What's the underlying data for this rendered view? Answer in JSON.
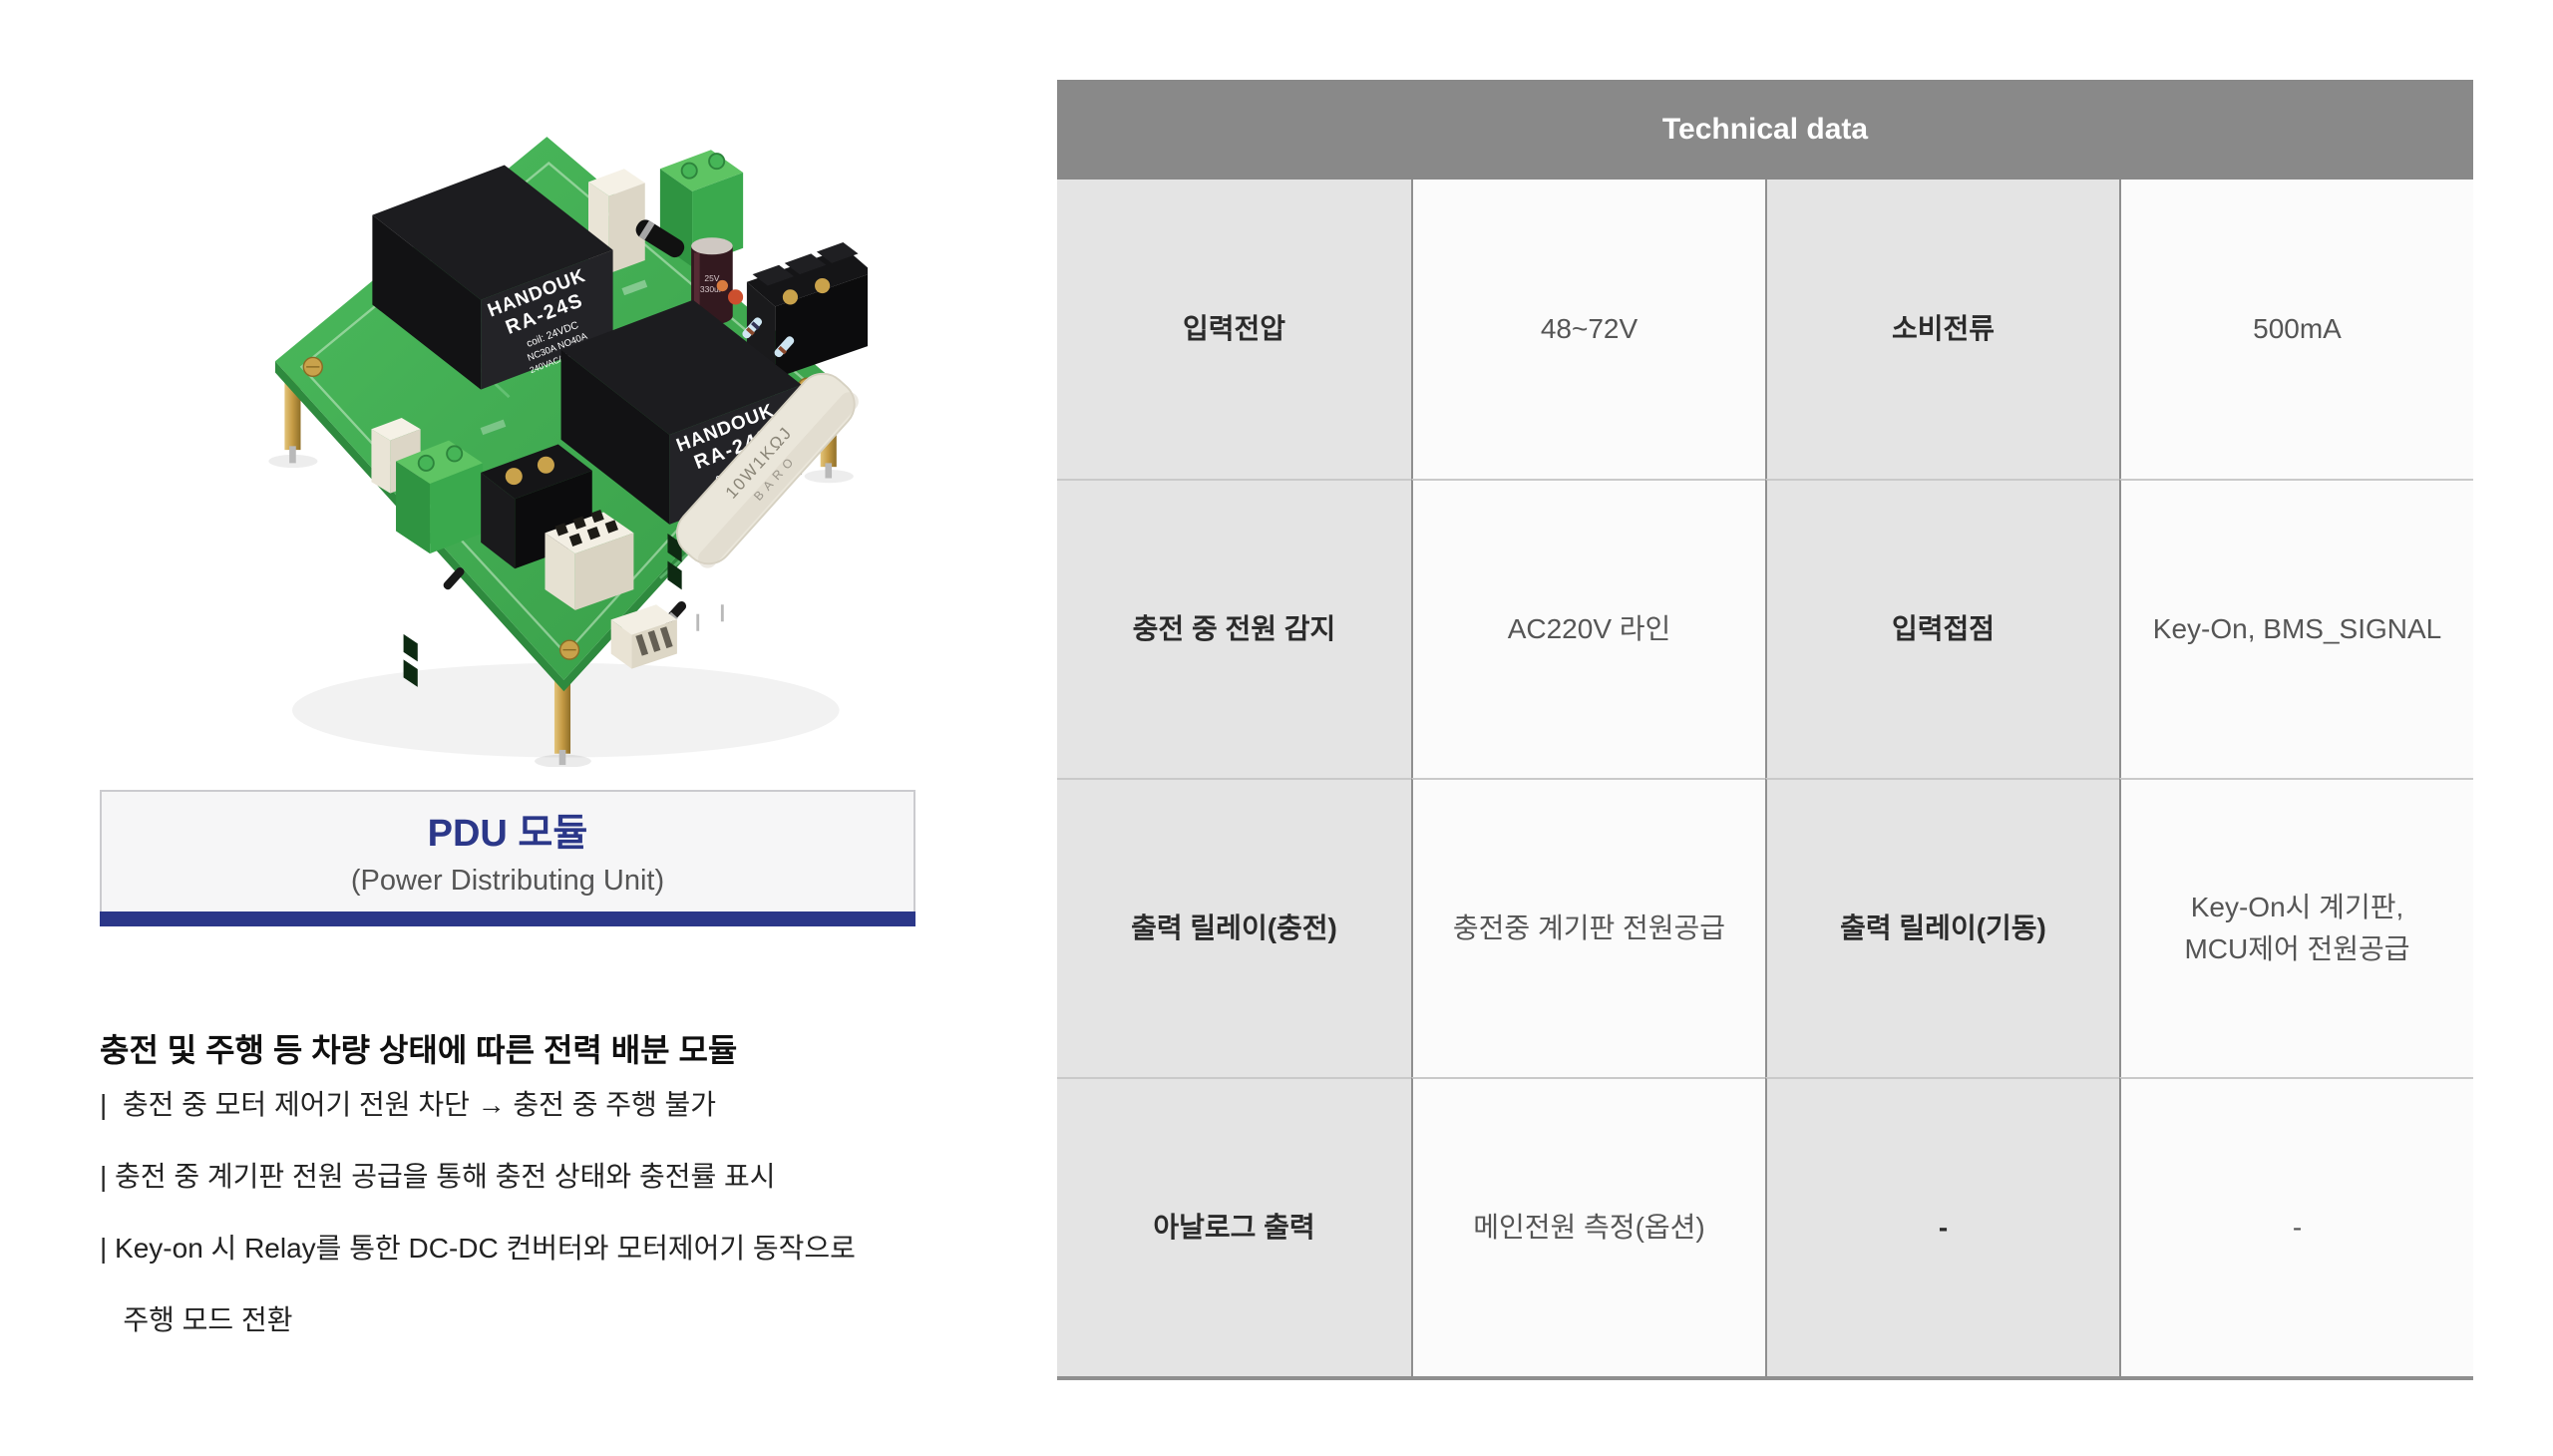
{
  "title_card": {
    "title": "PDU 모듈",
    "subtitle": "(Power Distributing Unit)"
  },
  "description": {
    "headline": "충전 및 주행 등 차량 상태에 따른 전력 배분 모듈",
    "bullets": [
      "|  충전 중 모터 제어기 전원 차단 → 충전 중 주행 불가",
      "| 충전 중 계기판 전원 공급을 통해 충전 상태와 충전률 표시",
      "| Key-on 시 Relay를 통한 DC-DC 컨버터와 모터제어기 동작으로",
      "   주행 모드 전환"
    ]
  },
  "table": {
    "title": "Technical data",
    "rows": [
      {
        "cells": [
          "입력전압",
          "48~72V",
          "소비전류",
          "500mA"
        ]
      },
      {
        "cells": [
          "충전 중 전원 감지",
          "AC220V 라인",
          "입력접점",
          "Key-On, BMS_SIGNAL"
        ]
      },
      {
        "cells": [
          "출력 릴레이(충전)",
          "충전중 계기판 전원공급",
          "출력 릴레이(기동)",
          "Key-On시 계기판,\nMCU제어 전원공급"
        ]
      },
      {
        "cells": [
          "아날로그 출력",
          "메인전원 측정(옵션)",
          "-",
          "-"
        ]
      }
    ]
  },
  "product_figure": {
    "relay_brand": "HANDOUK",
    "relay_model": "RA-24S",
    "relay_coil": "coil: 24VDC",
    "relay_rating1": "NC30A NO40A",
    "relay_rating2": "240VAC/28VDC T",
    "resistor_label": "10W1KΩJ",
    "resistor_label2": "BARO",
    "cap_label_v": "25V",
    "cap_label_uf": "330uF"
  },
  "colors": {
    "accent_blue": "#2b3789",
    "table_header_gray": "#898989",
    "label_cell_bg": "#e4e4e4",
    "value_cell_bg": "#fbfbfb",
    "pcb_green": "#3fae52"
  }
}
